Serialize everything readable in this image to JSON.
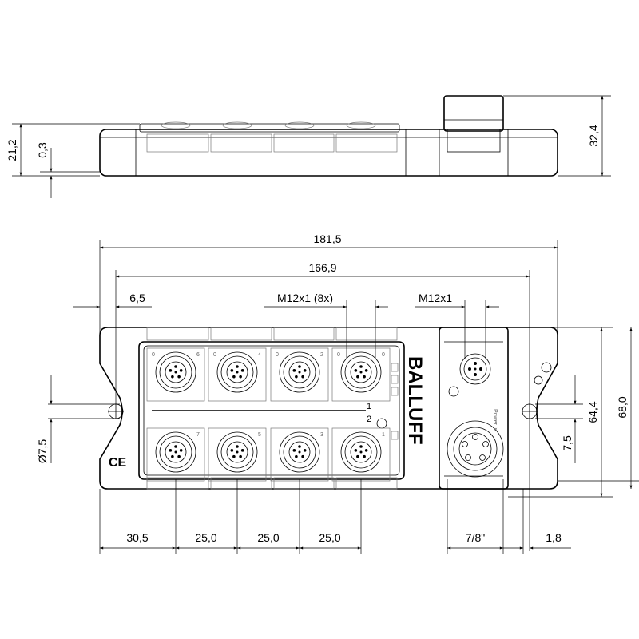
{
  "dimensions": {
    "side_height_total": "21,2",
    "side_offset": "0,3",
    "side_height_connector": "32,4",
    "overall_length": "181,5",
    "mount_hole_spacing": "166,9",
    "edge_to_hole": "6,5",
    "connector_thread_io": "M12x1  (8x)",
    "connector_thread_bus": "M12x1",
    "hole_diameter": "Ø7,5",
    "hole_offset": "7,5",
    "overall_width": "68,0",
    "body_width": "64,4",
    "first_port_offset": "30,5",
    "port_pitch_1": "25,0",
    "port_pitch_2": "25,0",
    "port_pitch_3": "25,0",
    "power_connector": "7/8\"",
    "edge_offset": "1,8"
  },
  "brand": "BALLUFF",
  "port_numbers": {
    "top_row": [
      "6",
      "4",
      "2",
      "0"
    ],
    "bottom_row": [
      "7",
      "5",
      "3",
      "1"
    ],
    "top_left": [
      "0",
      "0",
      "0",
      "0"
    ]
  },
  "side_labels": [
    "1",
    "2"
  ],
  "power_label": "Power In",
  "ce_mark": "CE"
}
